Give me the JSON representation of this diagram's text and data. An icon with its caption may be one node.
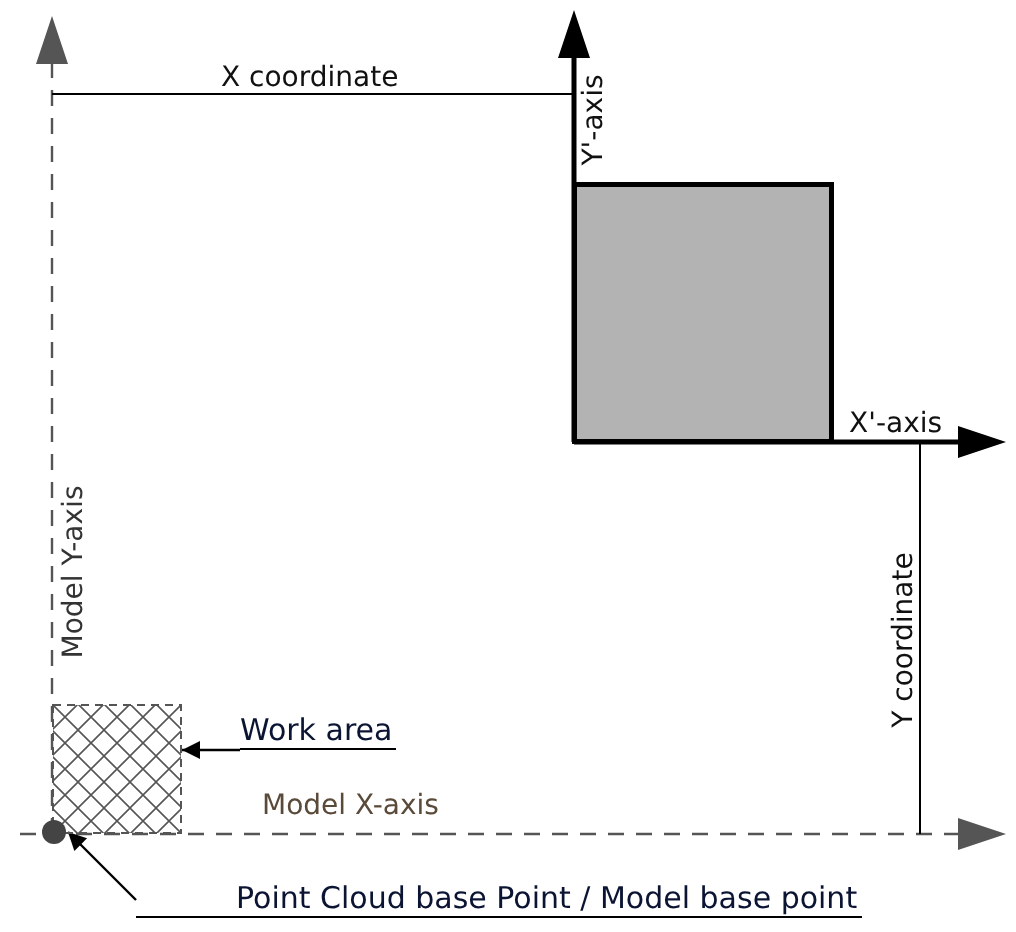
{
  "diagram": {
    "nodes": [
      {
        "text": [
          "Work area"
        ]
      },
      {
        "text": [],
        "shape": "box"
      },
      {
        "text": [
          "Point Cloud base Point / Model base point"
        ]
      },
      {
        "text": [],
        "shape": "circle"
      },
      {
        "text": [],
        "shape": "box"
      }
    ],
    "edges": [
      {
        "from": 0,
        "to": 1,
        "arrow": "to"
      },
      {
        "from": 2,
        "to": 3,
        "arrow": "to"
      }
    ],
    "labels": [
      "X coordinate",
      "Y'-axis",
      "X'-axis",
      "Model Y-axis",
      "Y coordinate",
      "Model X-axis"
    ]
  }
}
